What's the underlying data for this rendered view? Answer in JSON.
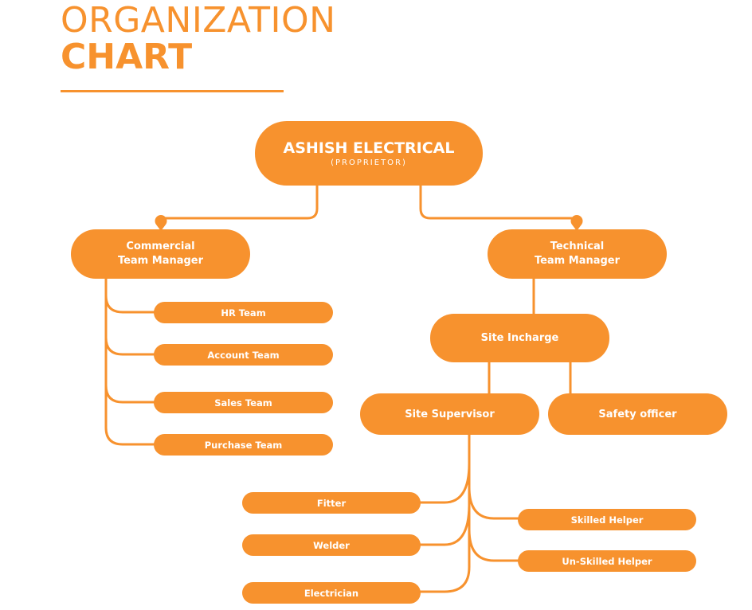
{
  "title": {
    "line1": "ORGANIZATION",
    "line2": "CHART"
  },
  "colors": {
    "accent": "#f7922e",
    "text_on_accent": "#ffffff",
    "background": "#ffffff"
  },
  "root": {
    "name": "ASHISH ELECTRICAL",
    "role": "(PROPRIETOR)"
  },
  "commercial_manager": {
    "line1": "Commercial",
    "line2": "Team Manager"
  },
  "technical_manager": {
    "line1": "Technical",
    "line2": "Team Manager"
  },
  "commercial_teams": [
    "HR Team",
    "Account Team",
    "Sales Team",
    "Purchase Team"
  ],
  "site_incharge": "Site Incharge",
  "site_supervisor": "Site Supervisor",
  "safety_officer": "Safety officer",
  "supervisor_reports_left": [
    "Fitter",
    "Welder",
    "Electrician"
  ],
  "supervisor_reports_right": [
    "Skilled Helper",
    "Un-Skilled Helper"
  ]
}
